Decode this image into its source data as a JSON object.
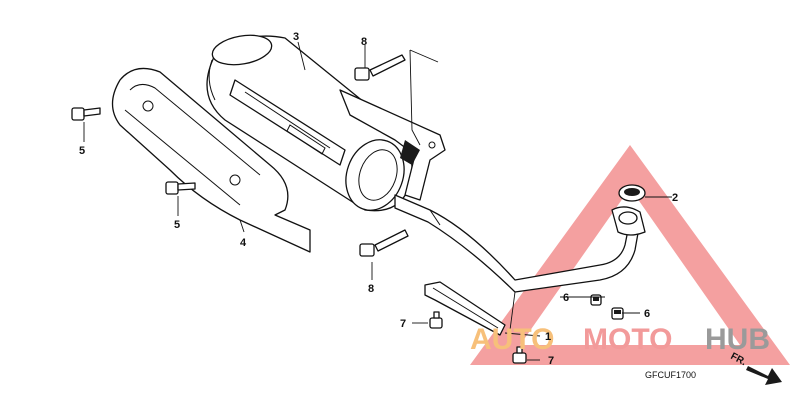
{
  "diagram": {
    "code": "GFCUF1700",
    "direction_label": "FR.",
    "watermark": {
      "part1": "AUTO",
      "part2": "MOTO",
      "part3": "HUB"
    },
    "callouts": {
      "p1": "1",
      "p2": "2",
      "p3": "3",
      "p4": "4",
      "p5a": "5",
      "p5b": "5",
      "p6a": "6",
      "p6b": "6",
      "p7a": "7",
      "p7b": "7",
      "p8a": "8",
      "p8b": "8"
    }
  },
  "colors": {
    "watermark_red": "#f08080",
    "watermark_orange": "#f7c07a",
    "watermark_gray": "#9a9a9a",
    "line": "#111111"
  }
}
